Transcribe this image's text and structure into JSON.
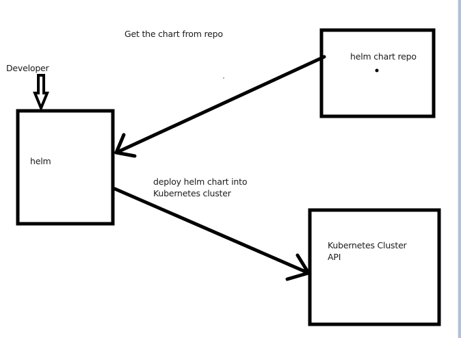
{
  "diagram": {
    "actor": {
      "label": "Developer"
    },
    "nodes": {
      "helm": {
        "label": "helm"
      },
      "repo": {
        "label": "helm chart repo"
      },
      "cluster": {
        "label_line1": "Kubernetes Cluster",
        "label_line2": "API"
      }
    },
    "edges": {
      "fetch": {
        "from": "repo",
        "to": "helm",
        "label": "Get the chart from repo"
      },
      "deploy": {
        "from": "helm",
        "to": "cluster",
        "label_line1": "deploy helm chart into",
        "label_line2": "Kubernetes cluster"
      },
      "invoke": {
        "from": "Developer",
        "to": "helm"
      }
    },
    "colors": {
      "stroke": "#000000",
      "text": "#1a1a1a",
      "background": "#ffffff",
      "edge_strip": "#b4c0d4"
    }
  }
}
